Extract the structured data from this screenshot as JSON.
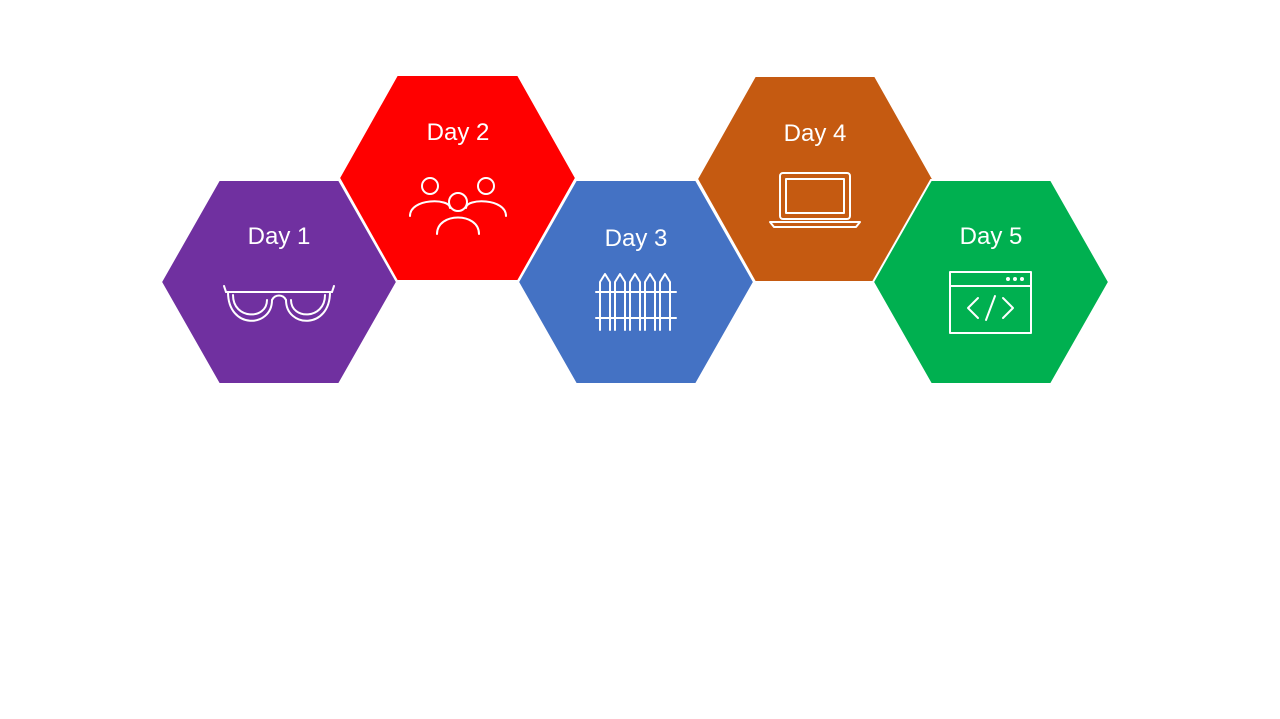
{
  "diagram": {
    "items": [
      {
        "label": "Day 1",
        "icon": "glasses-icon",
        "color": "#7030A0"
      },
      {
        "label": "Day 2",
        "icon": "people-group-icon",
        "color": "#FF0000"
      },
      {
        "label": "Day 3",
        "icon": "fence-icon",
        "color": "#4472C4"
      },
      {
        "label": "Day 4",
        "icon": "laptop-icon",
        "color": "#C55A11"
      },
      {
        "label": "Day 5",
        "icon": "code-window-icon",
        "color": "#00B050"
      }
    ]
  }
}
